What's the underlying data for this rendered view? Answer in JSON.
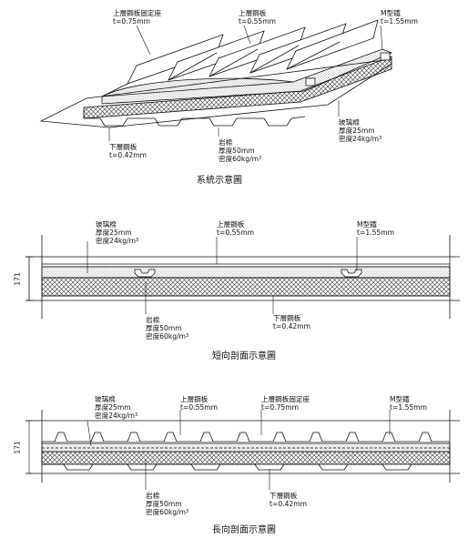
{
  "figure1": {
    "caption": "系統示意圖",
    "upper_seat": {
      "name": "上層鋼板固定座",
      "spec": "t=0.75mm"
    },
    "upper_plate": {
      "name": "上層鋼板",
      "spec": "t=0.55mm"
    },
    "m_bar": {
      "name": "M型鐵",
      "spec": "t=1.55mm"
    },
    "glass_wool": {
      "name": "玻璃棉",
      "thickness": "厚度25mm",
      "density": "密度24kg/m",
      "density_sup": "3"
    },
    "lower_plate": {
      "name": "下層鋼板",
      "spec": "t=0.42mm"
    },
    "rock_wool": {
      "name": "岩棉",
      "thickness": "厚度50mm",
      "density": "密度60kg/m",
      "density_sup": "3"
    }
  },
  "figure2": {
    "caption": "短向剖面示意圖",
    "dimension": "171",
    "glass_wool": {
      "name": "玻璃棉",
      "thickness": "厚度25mm",
      "density": "密度24kg/m",
      "density_sup": "3"
    },
    "upper_plate": {
      "name": "上層鋼板",
      "spec": "t=0.55mm"
    },
    "m_bar": {
      "name": "M型鐵",
      "spec": "t=1.55mm"
    },
    "rock_wool": {
      "name": "岩棉",
      "thickness": "厚度50mm",
      "density": "密度60kg/m",
      "density_sup": "3"
    },
    "lower_plate": {
      "name": "下層鋼板",
      "spec": "t=0.42mm"
    }
  },
  "figure3": {
    "caption": "長向剖面示意圖",
    "dimension": "171",
    "glass_wool": {
      "name": "玻璃棉",
      "thickness": "厚度25mm",
      "density": "密度24kg/m",
      "density_sup": "3"
    },
    "upper_plate": {
      "name": "上層鋼板",
      "spec": "t=0.55mm"
    },
    "upper_seat": {
      "name": "上層鋼板固定座",
      "spec": "t=0.75mm"
    },
    "m_bar": {
      "name": "M型鐵",
      "spec": "t=1.55mm"
    },
    "rock_wool": {
      "name": "岩棉",
      "thickness": "厚度50mm",
      "density": "密度60kg/m",
      "density_sup": "3"
    },
    "lower_plate": {
      "name": "下層鋼板",
      "spec": "t=0.42mm"
    }
  }
}
